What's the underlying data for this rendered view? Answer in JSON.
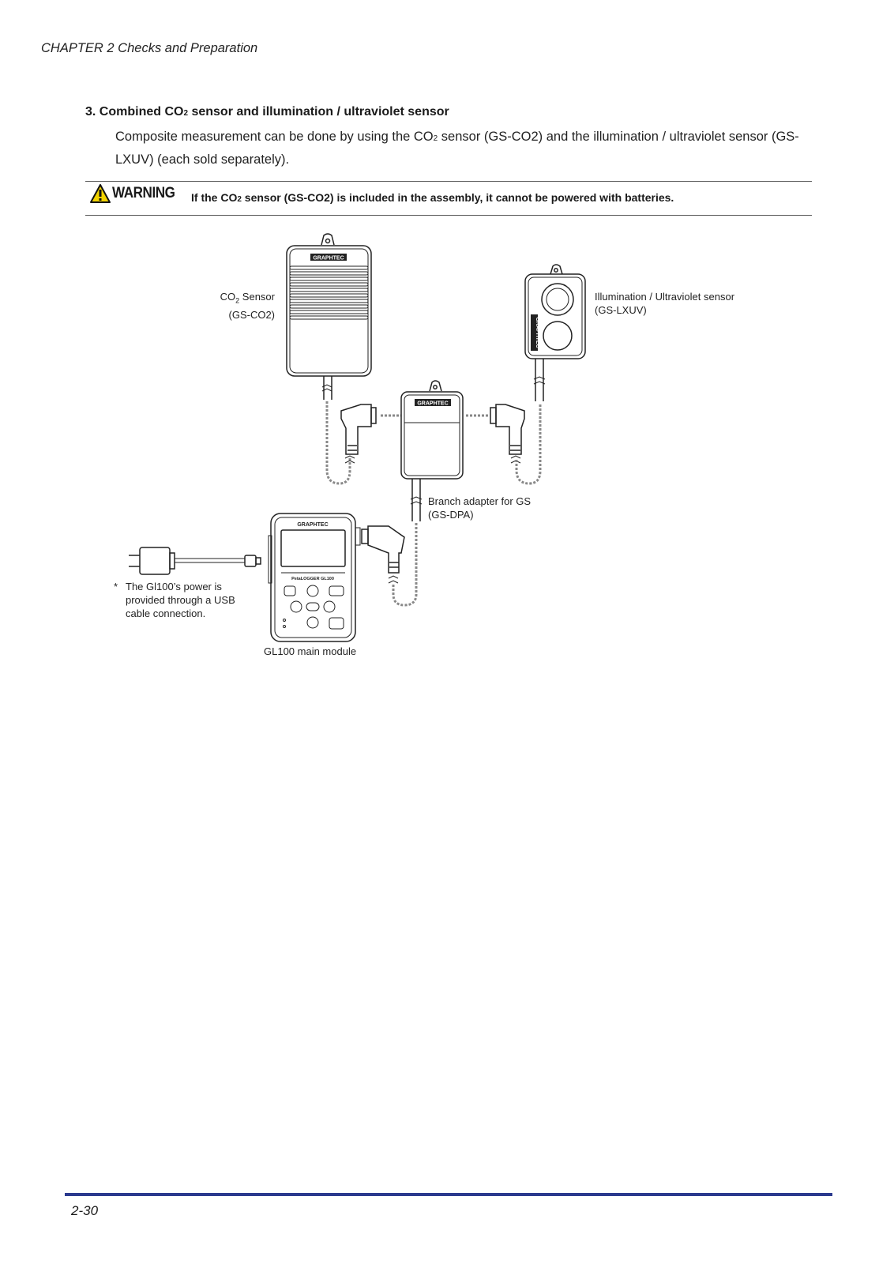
{
  "header": {
    "chapter": "CHAPTER 2 Checks and Preparation"
  },
  "section": {
    "title_pre": "3. Combined CO",
    "title_sub": "2",
    "title_post": " sensor and illumination / ultraviolet sensor",
    "body_pre": "Composite measurement can be done by using the CO",
    "body_sub": "2",
    "body_post": " sensor (GS-CO2) and the illumination / ultraviolet sensor (GS-LXUV) (each sold separately)."
  },
  "warning": {
    "label": "WARNING",
    "text_pre": "If the CO",
    "text_sub": "2",
    "text_post": " sensor (GS-CO2) is included in the assembly, it cannot be powered with batteries."
  },
  "figure": {
    "brand": "GRAPHTEC",
    "co2_label_pre": "CO",
    "co2_label_sub": "2",
    "co2_label_post": " Sensor",
    "co2_model": "(GS-CO2)",
    "lxuv_label": "Illumination / Ultraviolet sensor",
    "lxuv_model": "(GS-LXUV)",
    "adapter_label": "Branch adapter for GS",
    "adapter_model": "(GS-DPA)",
    "gl100_label": "GL100 main module",
    "gl100_model_text": "PetaLOGGER  GL100",
    "note_star": "*",
    "note_line1": "The Gl100’s power is",
    "note_line2": "provided through a USB",
    "note_line3": "cable connection."
  },
  "footer": {
    "page": "2-30",
    "rule_color": "#2b3a8e"
  }
}
